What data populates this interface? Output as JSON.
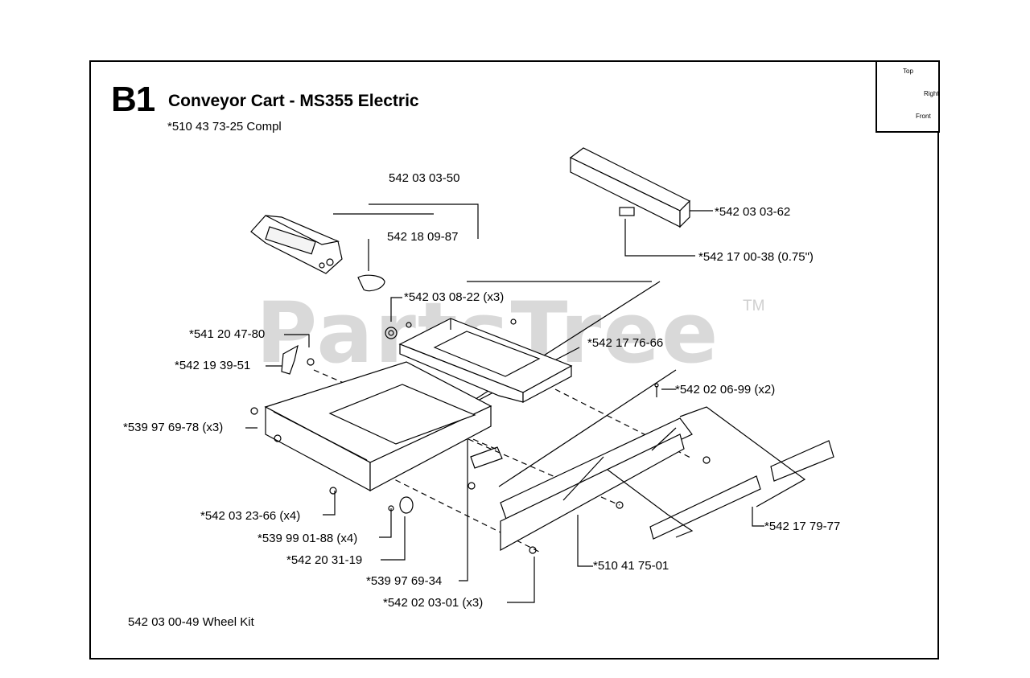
{
  "header": {
    "section": "B1",
    "title": "Conveyor Cart - MS355 Electric",
    "kit_number": "*510 43 73-25 Compl"
  },
  "watermark": {
    "text": "PartsTree",
    "trademark": "TM"
  },
  "compass": {
    "labels": [
      "Top",
      "Right",
      "Front"
    ]
  },
  "callouts": {
    "c1": "542 03 03-50",
    "c2": "542 18 09-87",
    "c3": "*542 03 03-62",
    "c4": "*542 17 00-38 (0.75\")",
    "c5": "*542 03 08-22 (x3)",
    "c6": "*541 20 47-80",
    "c7": "*542 19 39-51",
    "c8": "*542 17 76-66",
    "c9": "*542 02 06-99 (x2)",
    "c10": "*539 97 69-78 (x3)",
    "c11": "*542 03 23-66 (x4)",
    "c12": "*539 99 01-88 (x4)",
    "c13": "*542 20 31-19",
    "c14": "*539 97 69-34",
    "c15": "*542 02 03-01 (x3)",
    "c16": "*510 41 75-01",
    "c17": "*542 17 79-77"
  },
  "footer": {
    "wheel_kit": "542 03 00-49 Wheel Kit"
  }
}
